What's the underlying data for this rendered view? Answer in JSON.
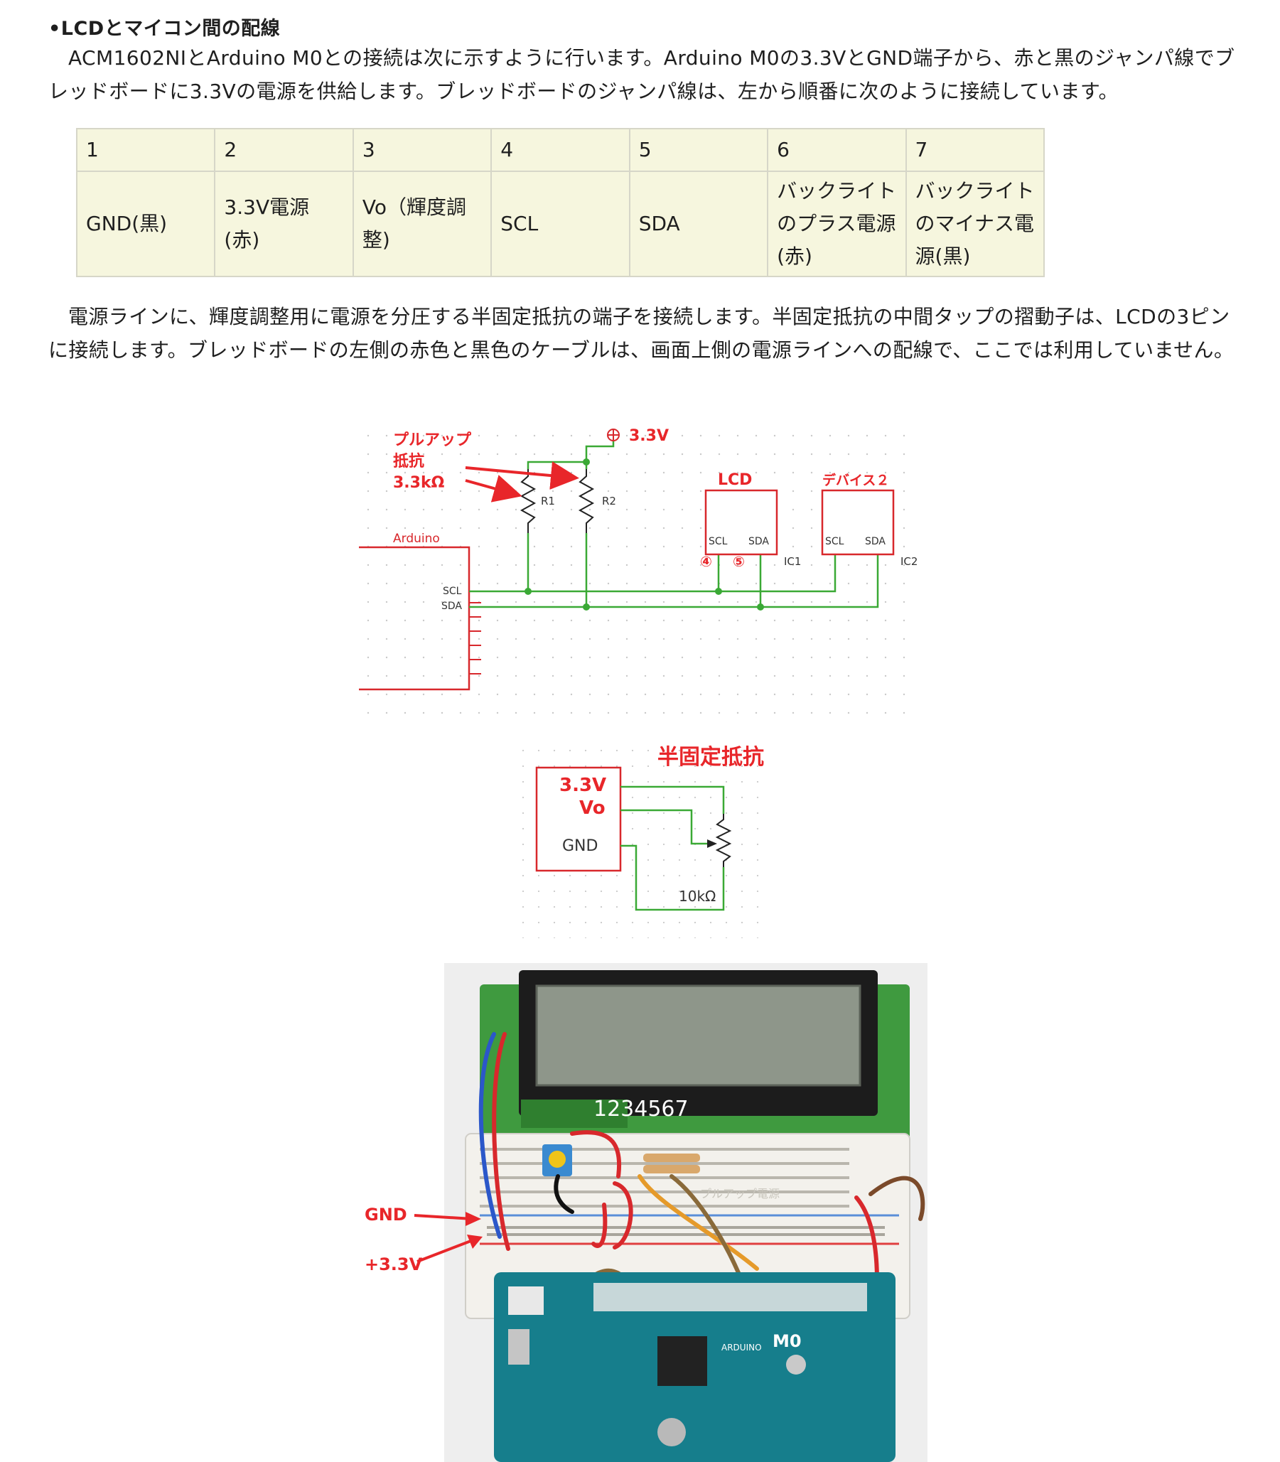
{
  "heading": "•LCDとマイコン間の配線",
  "para1": "ACM1602NIとArduino M0との接続は次に示すように行います。Arduino M0の3.3VとGND端子から、赤と黒のジャンパ線でブレッドボードに3.3Vの電源を供給します。ブレッドボードのジャンパ線は、左から順番に次のように接続しています。",
  "table": {
    "headers": [
      "1",
      "2",
      "3",
      "4",
      "5",
      "6",
      "7"
    ],
    "cells": [
      "GND(黒)",
      "3.3V電源(赤)",
      "Vo（輝度調整)",
      "SCL",
      "SDA",
      "バックライトのプラス電源(赤)",
      "バックライトのマイナス電源(黒)"
    ]
  },
  "para2": "電源ラインに、輝度調整用に電源を分圧する半固定抵抗の端子を接続します。半固定抵抗の中間タップの摺動子は、LCDの3ピンに接続します。ブレッドボードの左側の赤色と黒色のケーブルは、画面上側の電源ラインへの配線で、ここでは利用していません。",
  "schematic1": {
    "pullup_label_1": "プルアップ",
    "pullup_label_2": "抵抗",
    "pullup_label_3": "3.3kΩ",
    "vcc": "3.3V",
    "r1": "R1",
    "r2": "R2",
    "arduino": "Arduino",
    "scl": "SCL",
    "sda": "SDA",
    "lcd": "LCD",
    "device2": "デバイス２",
    "pin4": "④",
    "pin5": "⑤",
    "ic1": "IC1",
    "ic2": "IC2"
  },
  "schematic2": {
    "title": "半固定抵抗",
    "v33": "3.3V",
    "vo": "Vo",
    "gnd": "GND",
    "pot": "10kΩ"
  },
  "photo": {
    "gnd": "GND",
    "plus33": "+3.3V",
    "pins": "1234567",
    "pullup": "プルアップ電源",
    "arduino_m0": "M0",
    "arduino_brand": "ARDUINO"
  },
  "colors": {
    "table_bg": "#f6f6de",
    "wire_green": "#3aa935",
    "wire_red": "#d8282c",
    "annotation_red": "#e8262a"
  }
}
